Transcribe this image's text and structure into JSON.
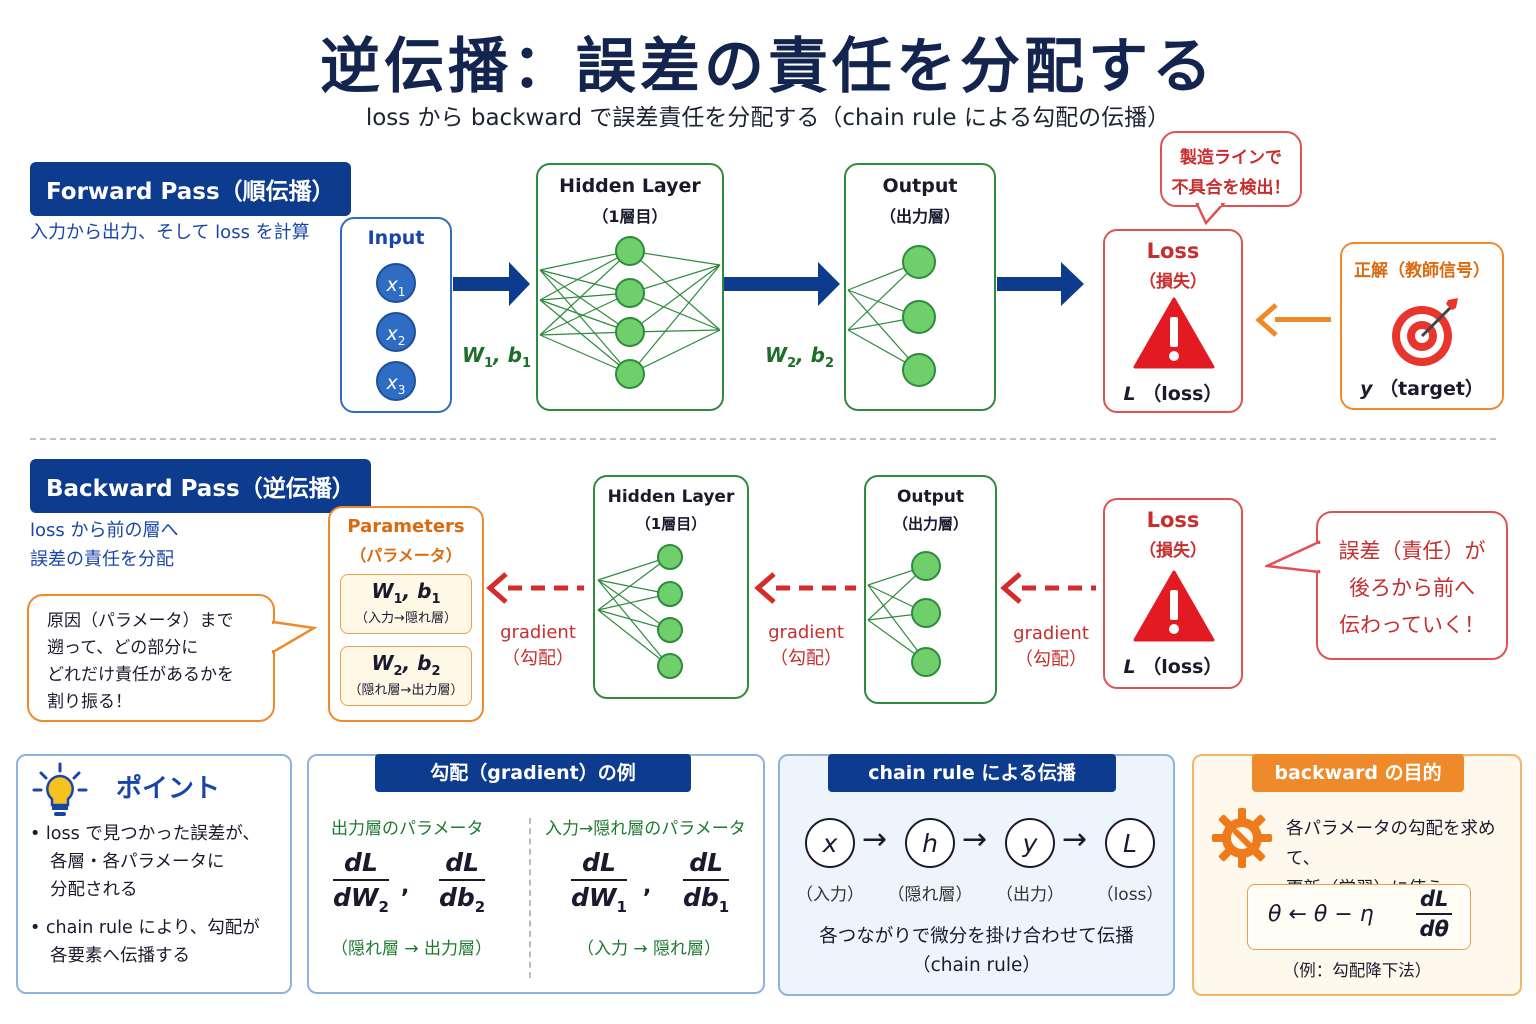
{
  "title": "逆伝播：誤差の責任を分配する",
  "subtitle": "loss から backward で誤差責任を分配する（chain rule による勾配の伝播）",
  "forward": {
    "tag": "Forward Pass（順伝播）",
    "desc": "入力から出力、そして loss を計算",
    "input_title": "Input",
    "inputs": [
      "x",
      "x",
      "x"
    ],
    "input_subs": [
      "1",
      "2",
      "3"
    ],
    "hidden_title": "Hidden Layer",
    "hidden_sub": "（1層目）",
    "output_title": "Output",
    "output_sub": "（出力層）",
    "w1": "W",
    "w1_sub": "1",
    "b1": "b",
    "b1_sub": "1",
    "w2": "W",
    "w2_sub": "2",
    "b2": "b",
    "b2_sub": "2",
    "loss_title": "Loss",
    "loss_sub": "（損失）",
    "loss_symbol": "L",
    "loss_label": "（loss）",
    "target_title": "正解（教師信号）",
    "target_symbol": "y",
    "target_label": "（target）",
    "bubble_line1": "製造ラインで",
    "bubble_line2": "不具合を検出！"
  },
  "backward": {
    "tag": "Backward Pass（逆伝播）",
    "desc_line1": "loss から前の層へ",
    "desc_line2": "誤差の責任を分配",
    "params_title": "Parameters",
    "params_sub": "（パラメータ）",
    "p1_w": "W",
    "p1_w_sub": "1",
    "p1_b": "b",
    "p1_b_sub": "1",
    "p1_desc": "（入力→隠れ層）",
    "p2_w": "W",
    "p2_w_sub": "2",
    "p2_b": "b",
    "p2_b_sub": "2",
    "p2_desc": "（隠れ層→出力層）",
    "hidden_title": "Hidden Layer",
    "hidden_sub": "（1層目）",
    "output_title": "Output",
    "output_sub": "（出力層）",
    "loss_title": "Loss",
    "loss_sub": "（損失）",
    "loss_symbol": "L",
    "loss_label": "（loss）",
    "gradient": "gradient",
    "gradient_jp": "（勾配）",
    "left_bubble": [
      "原因（パラメータ）まで",
      "遡って、どの部分に",
      "どれだけ責任があるかを",
      "割り振る！"
    ],
    "right_bubble": [
      "誤差（責任）が",
      "後ろから前へ",
      "伝わっていく！"
    ]
  },
  "point_card": {
    "title": "ポイント",
    "bullet1": [
      "loss で見つかった誤差が、",
      "各層・各パラメータに",
      "分配される"
    ],
    "bullet2": [
      "chain rule により、勾配が",
      "各要素へ伝播する"
    ]
  },
  "gradient_card": {
    "tag": "勾配（gradient）の例",
    "left_head": "出力層のパラメータ",
    "right_head": "入力→隠れ層のパラメータ",
    "num": "dL",
    "den_w2": "dW",
    "den_b2": "db",
    "den_w2_sub": "2",
    "den_b2_sub": "2",
    "den_w1": "dW",
    "den_b1": "db",
    "den_w1_sub": "1",
    "den_b1_sub": "1",
    "left_note": "（隠れ層 → 出力層）",
    "right_note": "（入力 → 隠れ層）"
  },
  "chain_card": {
    "tag": "chain rule による伝播",
    "nodes": [
      "x",
      "h",
      "y",
      "L"
    ],
    "labels": [
      "（入力）",
      "（隠れ層）",
      "（出力）",
      "（loss）"
    ],
    "desc_line1": "各つながりで微分を掛け合わせて伝播",
    "desc_line2": "（chain rule）"
  },
  "purpose_card": {
    "tag": "backward の目的",
    "desc_line1": "各パラメータの勾配を求めて、",
    "desc_line2": "更新（学習）に使う",
    "formula_left": "θ ← θ − η",
    "formula_num": "dL",
    "formula_den": "dθ",
    "note": "（例：勾配降下法）"
  },
  "colors": {
    "navy": "#0d3b8e",
    "blue": "#2f6cc4",
    "green": "#2e8b3e",
    "red": "#e05252",
    "orange": "#ef8a2b"
  }
}
